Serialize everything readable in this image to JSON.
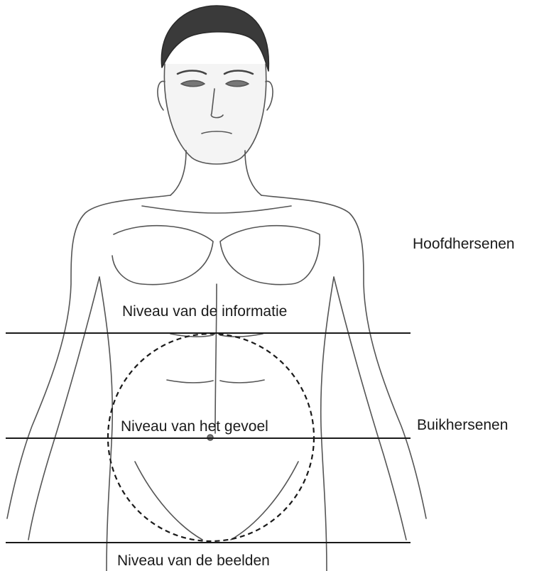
{
  "figure": {
    "levels": [
      {
        "id": "info",
        "label": "Niveau van de informatie"
      },
      {
        "id": "gevoel",
        "label": "Niveau van het gevoel"
      },
      {
        "id": "beelden",
        "label": "Niveau van de beelden"
      }
    ],
    "brains": [
      {
        "id": "hoofd",
        "label": "Hoofdhersenen"
      },
      {
        "id": "buik",
        "label": "Buikhersenen"
      }
    ],
    "illustration": "body-figure",
    "colors": {
      "line": "#1a1a1a",
      "skin_shading": "#d9d9d9",
      "hair": "#3a3a3a"
    }
  }
}
